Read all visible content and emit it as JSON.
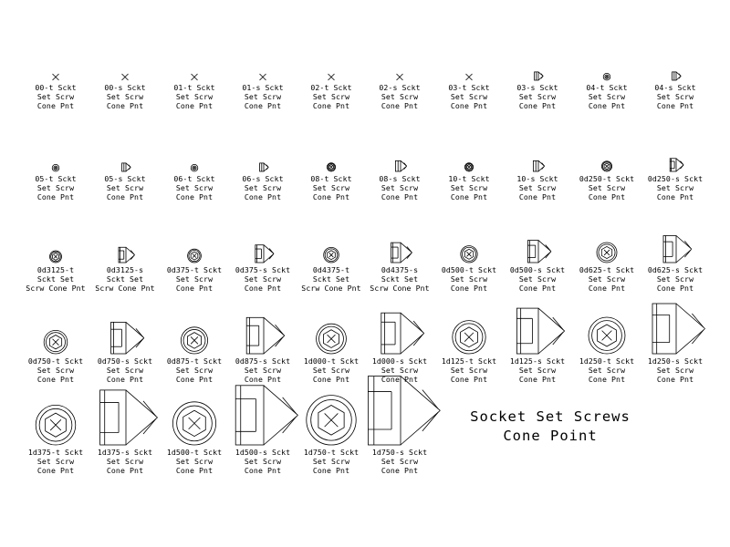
{
  "sheet_title": {
    "line1": "Socket Set Screws",
    "line2": "Cone Point"
  },
  "colors": {
    "ink": "#000000",
    "background": "#ffffff"
  },
  "symbols": [
    {
      "id": "00-t",
      "kind": "t",
      "size": 0,
      "lines": [
        "00-t Sckt",
        "Set Scrw",
        "Cone Pnt"
      ]
    },
    {
      "id": "00-s",
      "kind": "s",
      "size": 0,
      "lines": [
        "00-s Sckt",
        "Set Scrw",
        "Cone Pnt"
      ]
    },
    {
      "id": "01-t",
      "kind": "t",
      "size": 0,
      "lines": [
        "01-t Sckt",
        "Set Scrw",
        "Cone Pnt"
      ]
    },
    {
      "id": "01-s",
      "kind": "s",
      "size": 0,
      "lines": [
        "01-s Sckt",
        "Set Scrw",
        "Cone Pnt"
      ]
    },
    {
      "id": "02-t",
      "kind": "t",
      "size": 0,
      "lines": [
        "02-t Sckt",
        "Set Scrw",
        "Cone Pnt"
      ]
    },
    {
      "id": "02-s",
      "kind": "s",
      "size": 0,
      "lines": [
        "02-s Sckt",
        "Set Scrw",
        "Cone Pnt"
      ]
    },
    {
      "id": "03-t",
      "kind": "t",
      "size": 0,
      "lines": [
        "03-t Sckt",
        "Set Scrw",
        "Cone Pnt"
      ]
    },
    {
      "id": "03-s",
      "kind": "s",
      "size": 1,
      "lines": [
        "03-s Sckt",
        "Set Scrw",
        "Cone Pnt"
      ]
    },
    {
      "id": "04-t",
      "kind": "t",
      "size": 1,
      "lines": [
        "04-t Sckt",
        "Set Scrw",
        "Cone Pnt"
      ]
    },
    {
      "id": "04-s",
      "kind": "s",
      "size": 1,
      "lines": [
        "04-s Sckt",
        "Set Scrw",
        "Cone Pnt"
      ]
    },
    {
      "id": "05-t",
      "kind": "t",
      "size": 1,
      "lines": [
        "05-t Sckt",
        "Set Scrw",
        "Cone Pnt"
      ]
    },
    {
      "id": "05-s",
      "kind": "s",
      "size": 1,
      "lines": [
        "05-s Sckt",
        "Set Scrw",
        "Cone Pnt"
      ]
    },
    {
      "id": "06-t",
      "kind": "t",
      "size": 1,
      "lines": [
        "06-t Sckt",
        "Set Scrw",
        "Cone Pnt"
      ]
    },
    {
      "id": "06-s",
      "kind": "s",
      "size": 1,
      "lines": [
        "06-s Sckt",
        "Set Scrw",
        "Cone Pnt"
      ]
    },
    {
      "id": "08-t",
      "kind": "t",
      "size": 1.5,
      "lines": [
        "08-t Sckt",
        "Set Scrw",
        "Cone Pnt"
      ]
    },
    {
      "id": "08-s",
      "kind": "s",
      "size": 1.5,
      "lines": [
        "08-s Sckt",
        "Set Scrw",
        "Cone Pnt"
      ]
    },
    {
      "id": "10-t",
      "kind": "t",
      "size": 1.5,
      "lines": [
        "10-t Sckt",
        "Set Scrw",
        "Cone Pnt"
      ]
    },
    {
      "id": "10-s",
      "kind": "s",
      "size": 1.5,
      "lines": [
        "10-s Sckt",
        "Set Scrw",
        "Cone Pnt"
      ]
    },
    {
      "id": "0d250-t",
      "kind": "t",
      "size": 2,
      "lines": [
        "0d250-t Sckt",
        "Set Scrw",
        "Cone Pnt"
      ]
    },
    {
      "id": "0d250-s",
      "kind": "s",
      "size": 2,
      "lines": [
        "0d250-s Sckt",
        "Set Scrw",
        "Cone Pnt"
      ]
    },
    {
      "id": "0d3125-t",
      "kind": "t",
      "size": 2.5,
      "lines": [
        "0d3125-t",
        "Sckt Set",
        "Scrw Cone Pnt"
      ]
    },
    {
      "id": "0d3125-s",
      "kind": "s",
      "size": 2.5,
      "lines": [
        "0d3125-s",
        "Sckt Set",
        "Scrw Cone Pnt"
      ]
    },
    {
      "id": "0d375-t",
      "kind": "t",
      "size": 3,
      "lines": [
        "0d375-t Sckt",
        "Set Scrw",
        "Cone Pnt"
      ]
    },
    {
      "id": "0d375-s",
      "kind": "s",
      "size": 3,
      "lines": [
        "0d375-s Sckt",
        "Set Scrw",
        "Cone Pnt"
      ]
    },
    {
      "id": "0d4375-t",
      "kind": "t",
      "size": 3.5,
      "lines": [
        "0d4375-t",
        "Sckt Set",
        "Scrw Cone Pnt"
      ]
    },
    {
      "id": "0d4375-s",
      "kind": "s",
      "size": 3.5,
      "lines": [
        "0d4375-s",
        "Sckt Set",
        "Scrw Cone Pnt"
      ]
    },
    {
      "id": "0d500-t",
      "kind": "t",
      "size": 4,
      "lines": [
        "0d500-t Sckt",
        "Set Scrw",
        "Cone Pnt"
      ]
    },
    {
      "id": "0d500-s",
      "kind": "s",
      "size": 4,
      "lines": [
        "0d500-s Sckt",
        "Set Scrw",
        "Cone Pnt"
      ]
    },
    {
      "id": "0d625-t",
      "kind": "t",
      "size": 5,
      "lines": [
        "0d625-t Sckt",
        "Set Scrw",
        "Cone Pnt"
      ]
    },
    {
      "id": "0d625-s",
      "kind": "s",
      "size": 5,
      "lines": [
        "0d625-s Sckt",
        "Set Scrw",
        "Cone Pnt"
      ]
    },
    {
      "id": "0d750-t",
      "kind": "t",
      "size": 6,
      "lines": [
        "0d750-t Sckt",
        "Set Scrw",
        "Cone Pnt"
      ]
    },
    {
      "id": "0d750-s",
      "kind": "s",
      "size": 6,
      "lines": [
        "0d750-s Sckt",
        "Set Scrw",
        "Cone Pnt"
      ]
    },
    {
      "id": "0d875-t",
      "kind": "t",
      "size": 7,
      "lines": [
        "0d875-t Sckt",
        "Set Scrw",
        "Cone Pnt"
      ]
    },
    {
      "id": "0d875-s",
      "kind": "s",
      "size": 7,
      "lines": [
        "0d875-s Sckt",
        "Set Scrw",
        "Cone Pnt"
      ]
    },
    {
      "id": "1d000-t",
      "kind": "t",
      "size": 8,
      "lines": [
        "1d000-t Sckt",
        "Set Scrw",
        "Cone Pnt"
      ]
    },
    {
      "id": "1d000-s",
      "kind": "s",
      "size": 8,
      "lines": [
        "1d000-s Sckt",
        "Set Scrw",
        "Cone Pnt"
      ]
    },
    {
      "id": "1d125-t",
      "kind": "t",
      "size": 9,
      "lines": [
        "1d125-t Sckt",
        "Set Scrw",
        "Cone Pnt"
      ]
    },
    {
      "id": "1d125-s",
      "kind": "s",
      "size": 9,
      "lines": [
        "1d125-s Sckt",
        "Set Scrw",
        "Cone Pnt"
      ]
    },
    {
      "id": "1d250-t",
      "kind": "t",
      "size": 10,
      "lines": [
        "1d250-t Sckt",
        "Set Scrw",
        "Cone Pnt"
      ]
    },
    {
      "id": "1d250-s",
      "kind": "s",
      "size": 10,
      "lines": [
        "1d250-s Sckt",
        "Set Scrw",
        "Cone Pnt"
      ]
    },
    {
      "id": "1d375-t",
      "kind": "t",
      "size": 11,
      "lines": [
        "1d375-t Sckt",
        "Set Scrw",
        "Cone Pnt"
      ]
    },
    {
      "id": "1d375-s",
      "kind": "s",
      "size": 11,
      "lines": [
        "1d375-s Sckt",
        "Set Scrw",
        "Cone Pnt"
      ]
    },
    {
      "id": "1d500-t",
      "kind": "t",
      "size": 12,
      "lines": [
        "1d500-t Sckt",
        "Set Scrw",
        "Cone Pnt"
      ]
    },
    {
      "id": "1d500-s",
      "kind": "s",
      "size": 12,
      "lines": [
        "1d500-s Sckt",
        "Set Scrw",
        "Cone Pnt"
      ]
    },
    {
      "id": "1d750-t",
      "kind": "t",
      "size": 14,
      "lines": [
        "1d750-t Sckt",
        "Set Scrw",
        "Cone Pnt"
      ]
    },
    {
      "id": "1d750-s",
      "kind": "s",
      "size": 14,
      "lines": [
        "1d750-s Sckt",
        "Set Scrw",
        "Cone Pnt"
      ]
    }
  ]
}
